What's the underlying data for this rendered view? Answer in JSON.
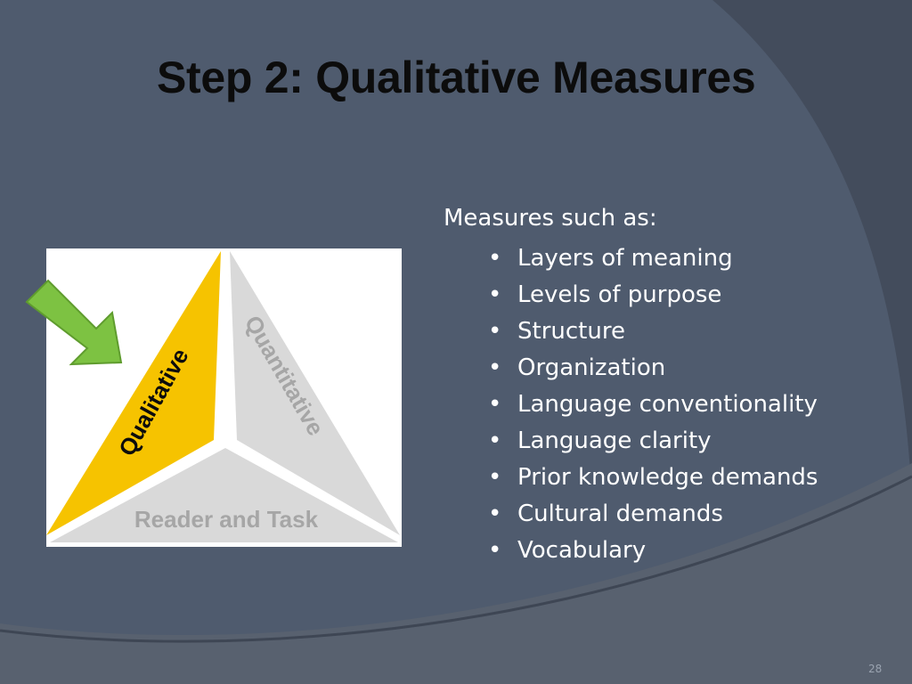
{
  "slide": {
    "title": "Step 2: Qualitative Measures",
    "intro": "Measures such as:",
    "bullets": [
      "Layers of meaning",
      "Levels of purpose",
      "Structure",
      "Organization",
      "Language conventionality",
      "Language clarity",
      "Prior knowledge demands",
      "Cultural demands",
      "Vocabulary"
    ],
    "page_number": "28"
  },
  "figure": {
    "labels": {
      "qualitative": "Qualitative",
      "quantitative": "Quantitative",
      "reader_task": "Reader and Task"
    },
    "highlighted_segment": "qualitative",
    "arrow_icon": "green-arrow-icon"
  },
  "colors": {
    "background": "#4f5b6e",
    "qualitative_fill": "#f6c300",
    "inactive_fill": "#d9d9d9",
    "inactive_text": "#a6a6a6",
    "arrow_fill": "#7dc242"
  }
}
